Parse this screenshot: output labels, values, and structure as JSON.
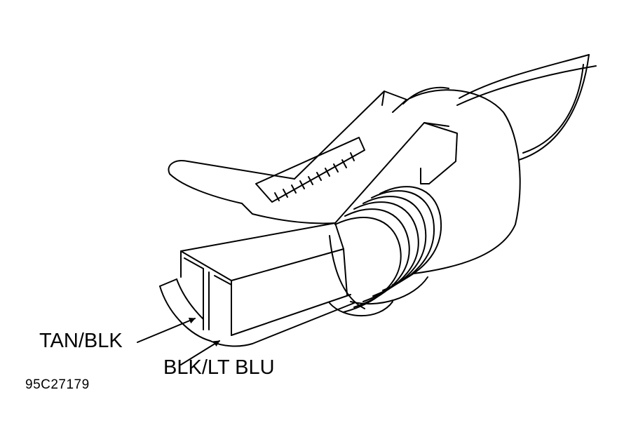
{
  "diagram": {
    "callouts": [
      {
        "text": "TAN/BLK"
      },
      {
        "text": "BLK/LT BLU"
      }
    ],
    "figure_id": "95C27179"
  },
  "colors": {
    "ink": "#000000",
    "background": "#ffffff"
  }
}
